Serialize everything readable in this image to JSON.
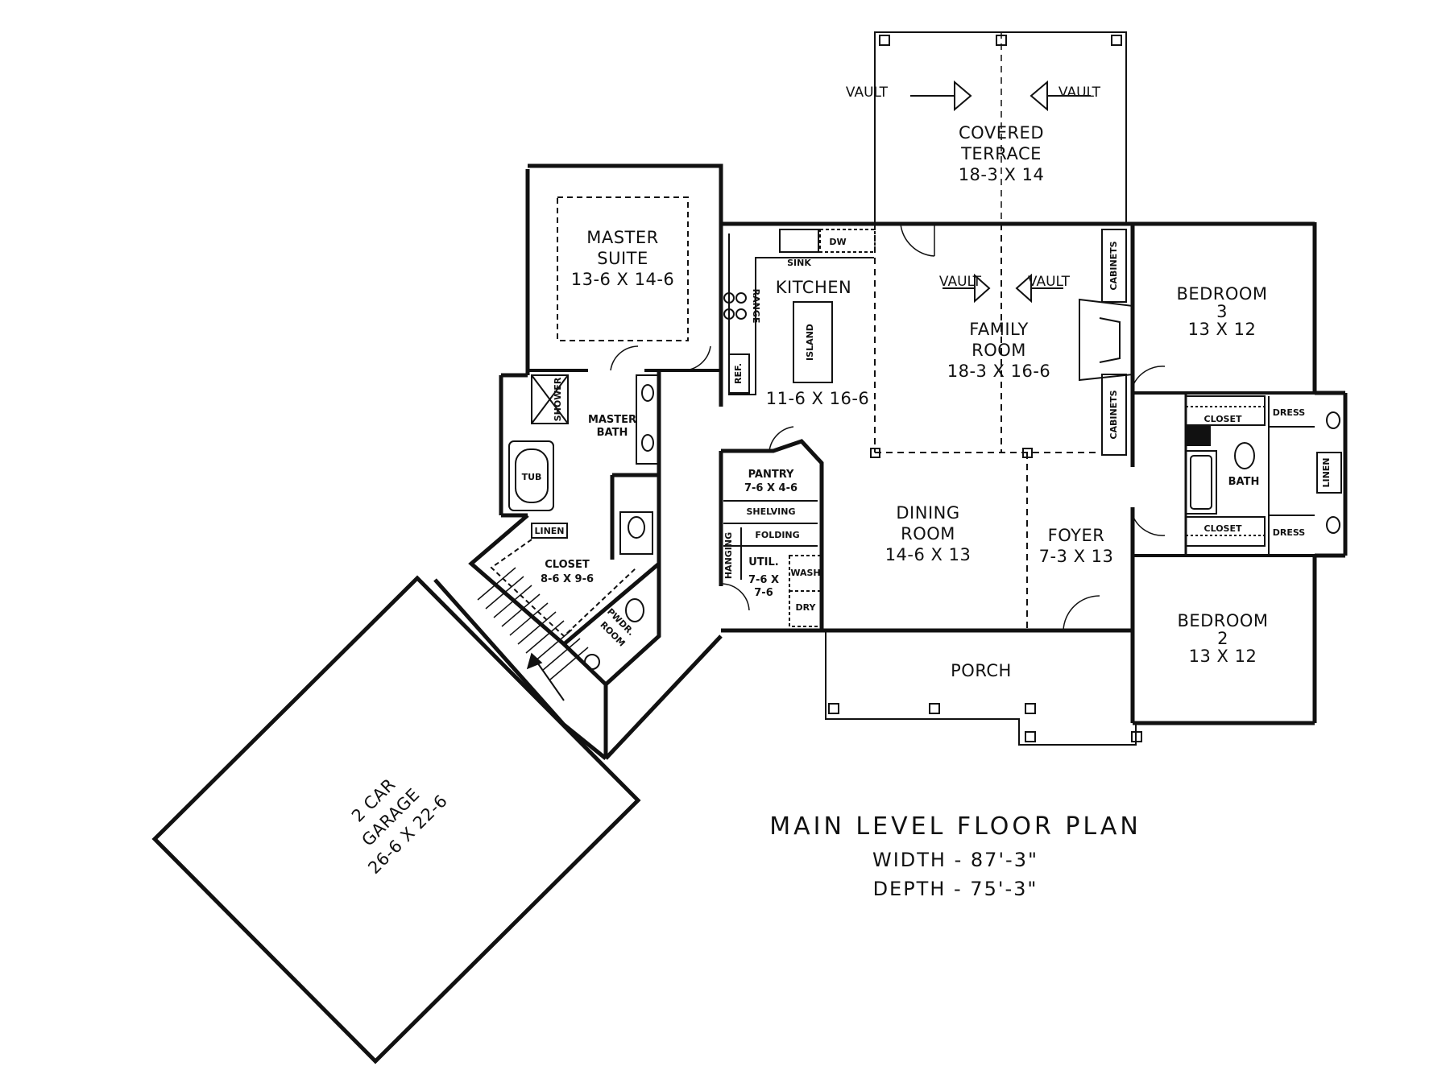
{
  "rooms": {
    "covered_terrace": {
      "name_1": "COVERED",
      "name_2": "TERRACE",
      "size": "18-3 X 14"
    },
    "master_suite": {
      "name_1": "MASTER",
      "name_2": "SUITE",
      "size": "13-6 X 14-6"
    },
    "kitchen": {
      "name": "KITCHEN",
      "size": "11-6 X 16-6"
    },
    "family_room": {
      "name_1": "FAMILY",
      "name_2": "ROOM",
      "size": "18-3 X 16-6"
    },
    "bedroom_3": {
      "name_1": "BEDROOM",
      "name_2": "3",
      "size": "13 X 12"
    },
    "master_bath": {
      "name_1": "MASTER",
      "name_2": "BATH"
    },
    "pantry": {
      "name": "PANTRY",
      "size": "7-6 X 4-6"
    },
    "dining_room": {
      "name_1": "DINING",
      "name_2": "ROOM",
      "size": "14-6 X 13"
    },
    "foyer": {
      "name": "FOYER",
      "size": "7-3 X 13"
    },
    "closet_master": {
      "name": "CLOSET",
      "size": "8-6 X 9-6"
    },
    "utility": {
      "name": "UTIL.",
      "size_1": "7-6 X",
      "size_2": "7-6"
    },
    "powder_room": {
      "name_1": "PWDR.",
      "name_2": "ROOM"
    },
    "bath": {
      "name": "BATH"
    },
    "bedroom_2": {
      "name_1": "BEDROOM",
      "name_2": "2",
      "size": "13 X 12"
    },
    "porch": {
      "name": "PORCH"
    },
    "garage": {
      "name_1": "2 CAR",
      "name_2": "GARAGE",
      "size": "26-6 X 22-6"
    }
  },
  "fixtures": {
    "vault": "VAULT",
    "sink": "SINK",
    "dw": "DW",
    "range": "RANGE",
    "island": "ISLAND",
    "ref": "REF.",
    "cabinets": "CABINETS",
    "shower": "SHOWER",
    "tub": "TUB",
    "linen": "LINEN",
    "shelving": "SHELVING",
    "folding": "FOLDING",
    "hanging": "HANGING",
    "wash": "WASH",
    "dry": "DRY",
    "closet": "CLOSET",
    "dress": "DRESS"
  },
  "plan_info": {
    "title": "MAIN LEVEL FLOOR PLAN",
    "width": "WIDTH - 87'-3\"",
    "depth": "DEPTH - 75'-3\""
  }
}
